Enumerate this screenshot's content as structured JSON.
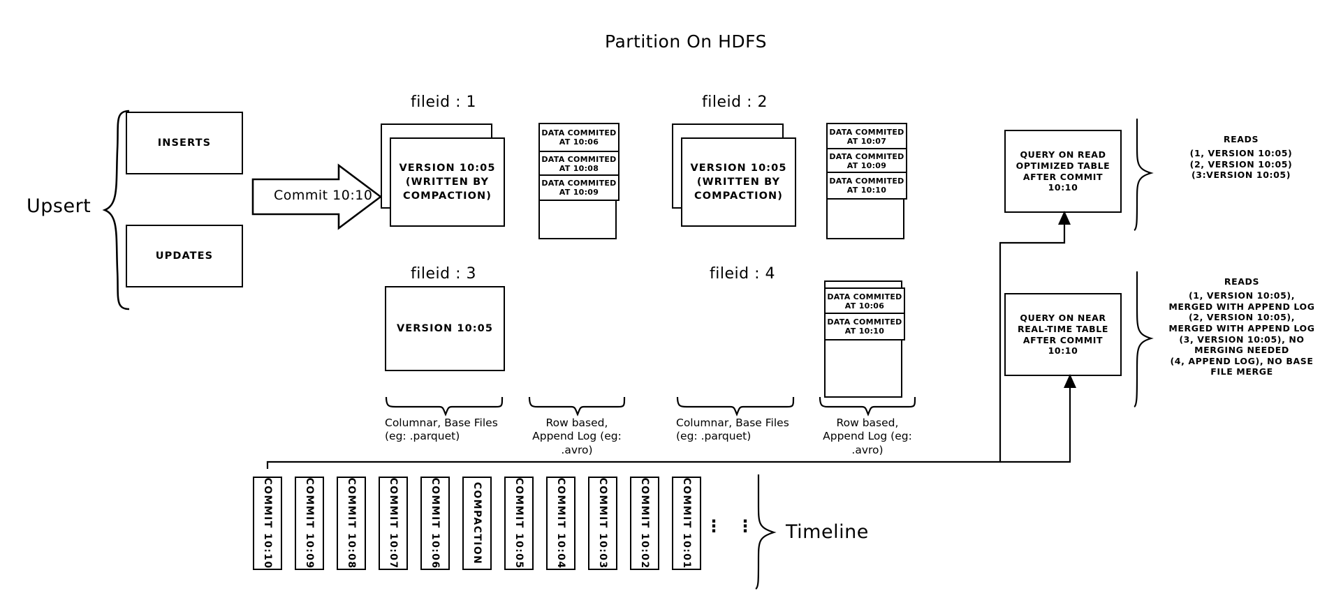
{
  "title": "Partition On HDFS",
  "left": {
    "upsert_label": "Upsert",
    "inserts_label": "INSERTS",
    "updates_label": "UPDATES",
    "commit_arrow_label": "Commit 10:10"
  },
  "filegroups": [
    {
      "id": "fileid-1",
      "label": "fileid : 1",
      "base_file_text": "VERSION 10:05\n(WRITTEN BY\nCOMPACTION)",
      "stacked": true,
      "log_entries": [
        "DATA COMMITED\nAT 10:06",
        "DATA COMMITED\nAT 10:08",
        "DATA COMMITED\nAT 10:09"
      ]
    },
    {
      "id": "fileid-2",
      "label": "fileid : 2",
      "base_file_text": "VERSION 10:05\n(WRITTEN BY\nCOMPACTION)",
      "stacked": true,
      "log_entries": [
        "DATA COMMITED\nAT 10:07",
        "DATA COMMITED\nAT 10:09",
        "DATA COMMITED\nAT 10:10"
      ]
    },
    {
      "id": "fileid-3",
      "label": "fileid : 3",
      "base_file_text": "VERSION 10:05",
      "stacked": false,
      "log_entries": []
    },
    {
      "id": "fileid-4",
      "label": "fileid : 4",
      "base_file_text": "",
      "stacked": false,
      "log_entries": [
        "DATA COMMITED\nAT 10:06",
        "DATA COMMITED\nAT 10:10"
      ]
    }
  ],
  "captions": {
    "columnar_left": "Columnar, Base Files\n(eg: .parquet)",
    "rowbased_left": "Row based,\nAppend Log  (eg:\n.avro)",
    "columnar_right": "Columnar, Base Files\n(eg: .parquet)",
    "rowbased_right": "Row based,\nAppend Log  (eg:\n.avro)"
  },
  "queries": [
    {
      "id": "read-optimized",
      "box_text": "QUERY ON READ\nOPTIMIZED TABLE\nAFTER COMMIT\n10:10",
      "reads_title": "READS",
      "reads_body": "(1, VERSION 10:05)\n(2, VERSION 10:05)\n(3:VERSION 10:05)"
    },
    {
      "id": "near-real-time",
      "box_text": "QUERY ON NEAR\nREAL-TIME TABLE\nAFTER COMMIT\n10:10",
      "reads_title": "READS",
      "reads_body": "(1, VERSION 10:05),\nMERGED WITH APPEND LOG\n(2, VERSION 10:05),\nMERGED WITH APPEND LOG\n(3, VERSION 10:05), NO\nMERGING NEEDED\n(4, APPEND LOG), NO BASE\nFILE MERGE"
    }
  ],
  "timeline": {
    "label": "Timeline",
    "ellipsis": "⋮",
    "items": [
      "COMMIT  10:10",
      "COMMIT  10:09",
      "COMMIT  10:08",
      "COMMIT  10:07",
      "COMMIT  10:06",
      "COMPACTION",
      "COMMIT  10:05",
      "COMMIT  10:04",
      "COMMIT  10:03",
      "COMMIT  10:02",
      "COMMIT  10:01"
    ]
  },
  "colors": {
    "ink": "#000000",
    "paper": "#ffffff"
  }
}
